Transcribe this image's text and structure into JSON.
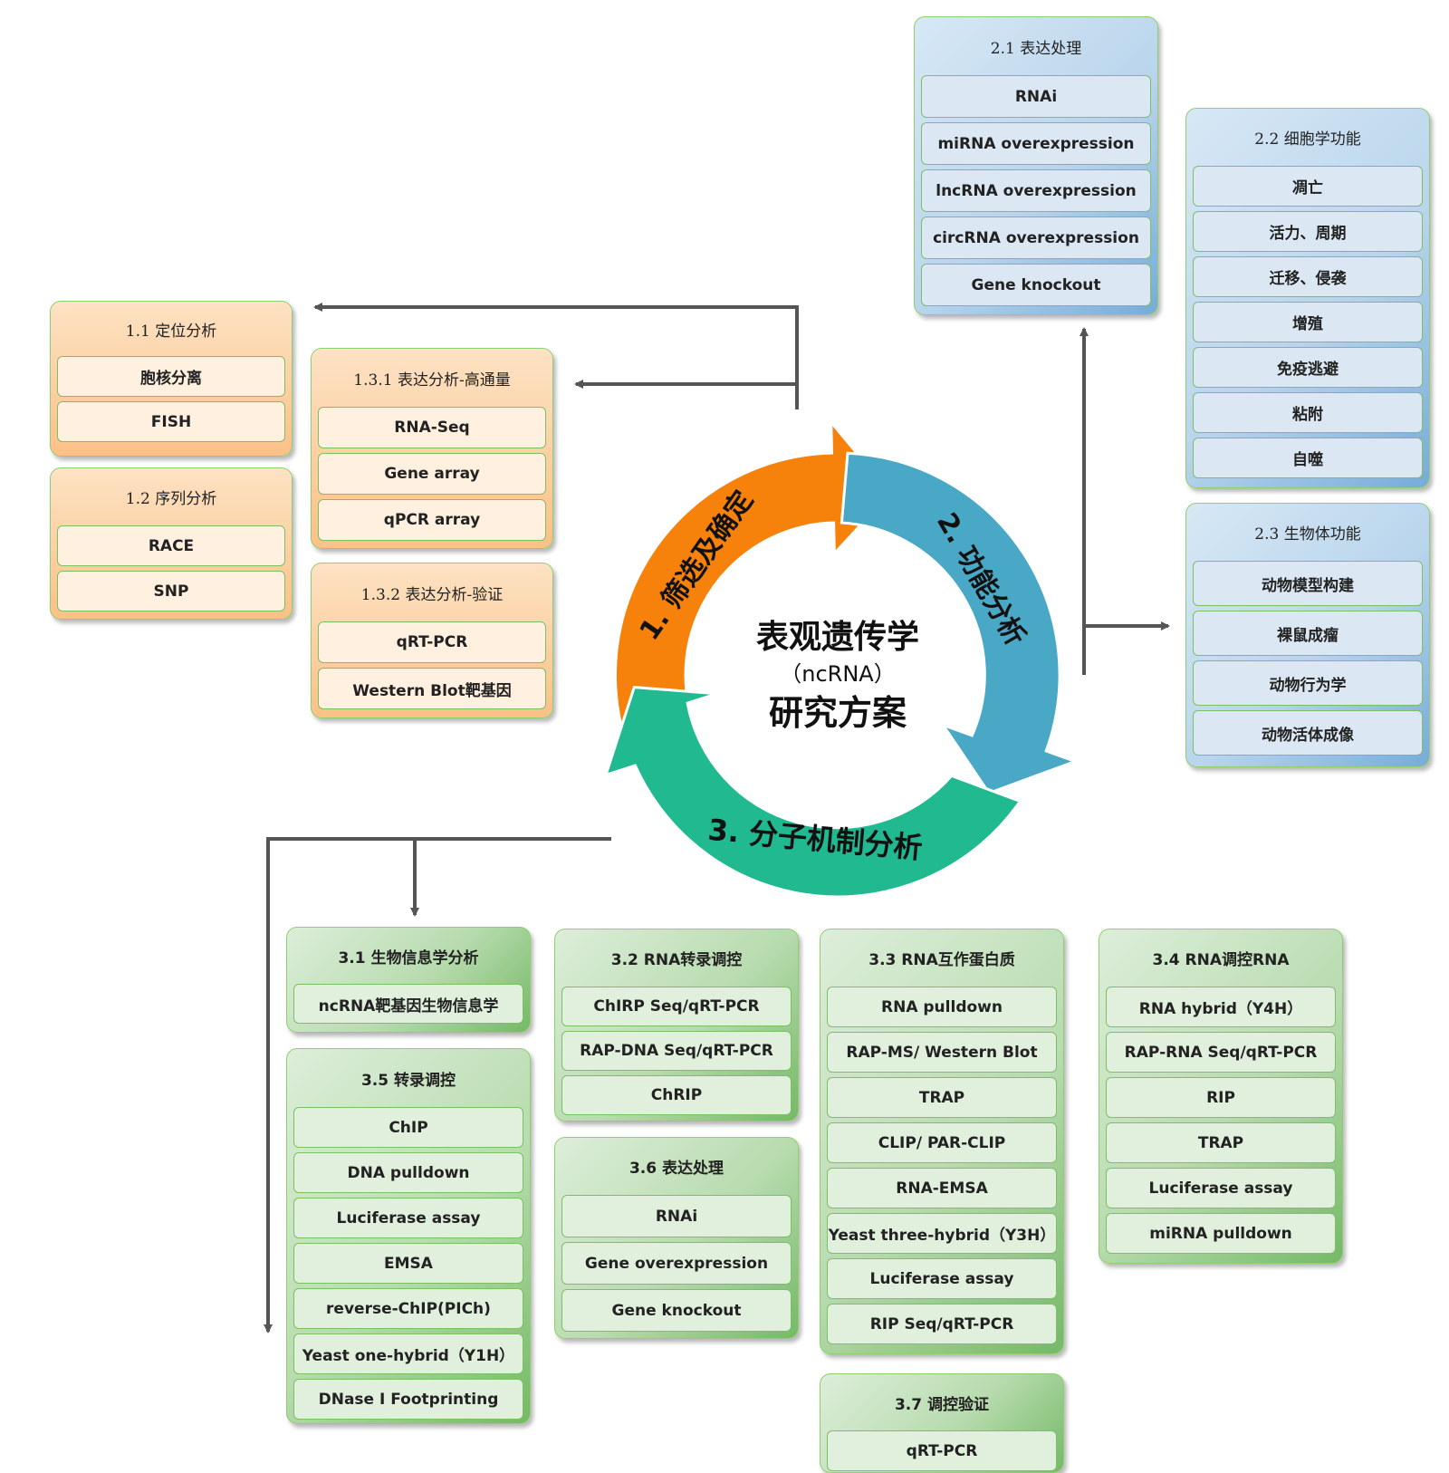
{
  "center": {
    "line1": "表观遗传学",
    "line2": "（ncRNA）",
    "line3": "研究方案"
  },
  "cycle": {
    "stage1": "1. 筛选及确定",
    "stage2": "2. 功能分析",
    "stage3": "3. 分子机制分析"
  },
  "colors": {
    "orange": "#f6820c",
    "blue": "#4aa8c7",
    "green": "#20b990",
    "arrow": "#555555"
  },
  "groups": {
    "g11": {
      "title": "1.1 定位分析",
      "items": [
        "胞核分离",
        "FISH"
      ]
    },
    "g12": {
      "title": "1.2 序列分析",
      "items": [
        "RACE",
        "SNP"
      ]
    },
    "g131": {
      "title": "1.3.1 表达分析-高通量",
      "items": [
        "RNA-Seq",
        "Gene array",
        "qPCR array"
      ]
    },
    "g132": {
      "title": "1.3.2 表达分析-验证",
      "items": [
        "qRT-PCR",
        "Western Blot靶基因"
      ]
    },
    "g21": {
      "title": "2.1 表达处理",
      "items": [
        "RNAi",
        "miRNA overexpression",
        "lncRNA overexpression",
        "circRNA overexpression",
        "Gene knockout"
      ]
    },
    "g22": {
      "title": "2.2 细胞学功能",
      "items": [
        "凋亡",
        "活力、周期",
        "迁移、侵袭",
        "增殖",
        "免疫逃避",
        "粘附",
        "自噬"
      ]
    },
    "g23": {
      "title": "2.3 生物体功能",
      "items": [
        "动物模型构建",
        "裸鼠成瘤",
        "动物行为学",
        "动物活体成像"
      ]
    },
    "g31": {
      "title": "3.1 生物信息学分析",
      "items": [
        "ncRNA靶基因生物信息学"
      ]
    },
    "g32": {
      "title": "3.2 RNA转录调控",
      "items": [
        "ChIRP Seq/qRT-PCR",
        "RAP-DNA Seq/qRT-PCR",
        "ChRIP"
      ]
    },
    "g33": {
      "title": "3.3 RNA互作蛋白质",
      "items": [
        "RNA pulldown",
        "RAP-MS/ Western Blot",
        "TRAP",
        "CLIP/ PAR-CLIP",
        "RNA-EMSA",
        "Yeast three-hybrid（Y3H）",
        "Luciferase assay",
        "RIP Seq/qRT-PCR"
      ]
    },
    "g34": {
      "title": "3.4 RNA调控RNA",
      "items": [
        "RNA hybrid（Y4H）",
        "RAP-RNA Seq/qRT-PCR",
        "RIP",
        "TRAP",
        "Luciferase assay",
        "miRNA pulldown"
      ]
    },
    "g35": {
      "title": "3.5 转录调控",
      "items": [
        "ChIP",
        "DNA pulldown",
        "Luciferase assay",
        "EMSA",
        "reverse-ChIP(PICh)",
        "Yeast one-hybrid（Y1H）",
        "DNase I Footprinting"
      ]
    },
    "g36": {
      "title": "3.6 表达处理",
      "items": [
        "RNAi",
        "Gene overexpression",
        "Gene knockout"
      ]
    },
    "g37": {
      "title": "3.7 调控验证",
      "items": [
        "qRT-PCR"
      ]
    }
  }
}
